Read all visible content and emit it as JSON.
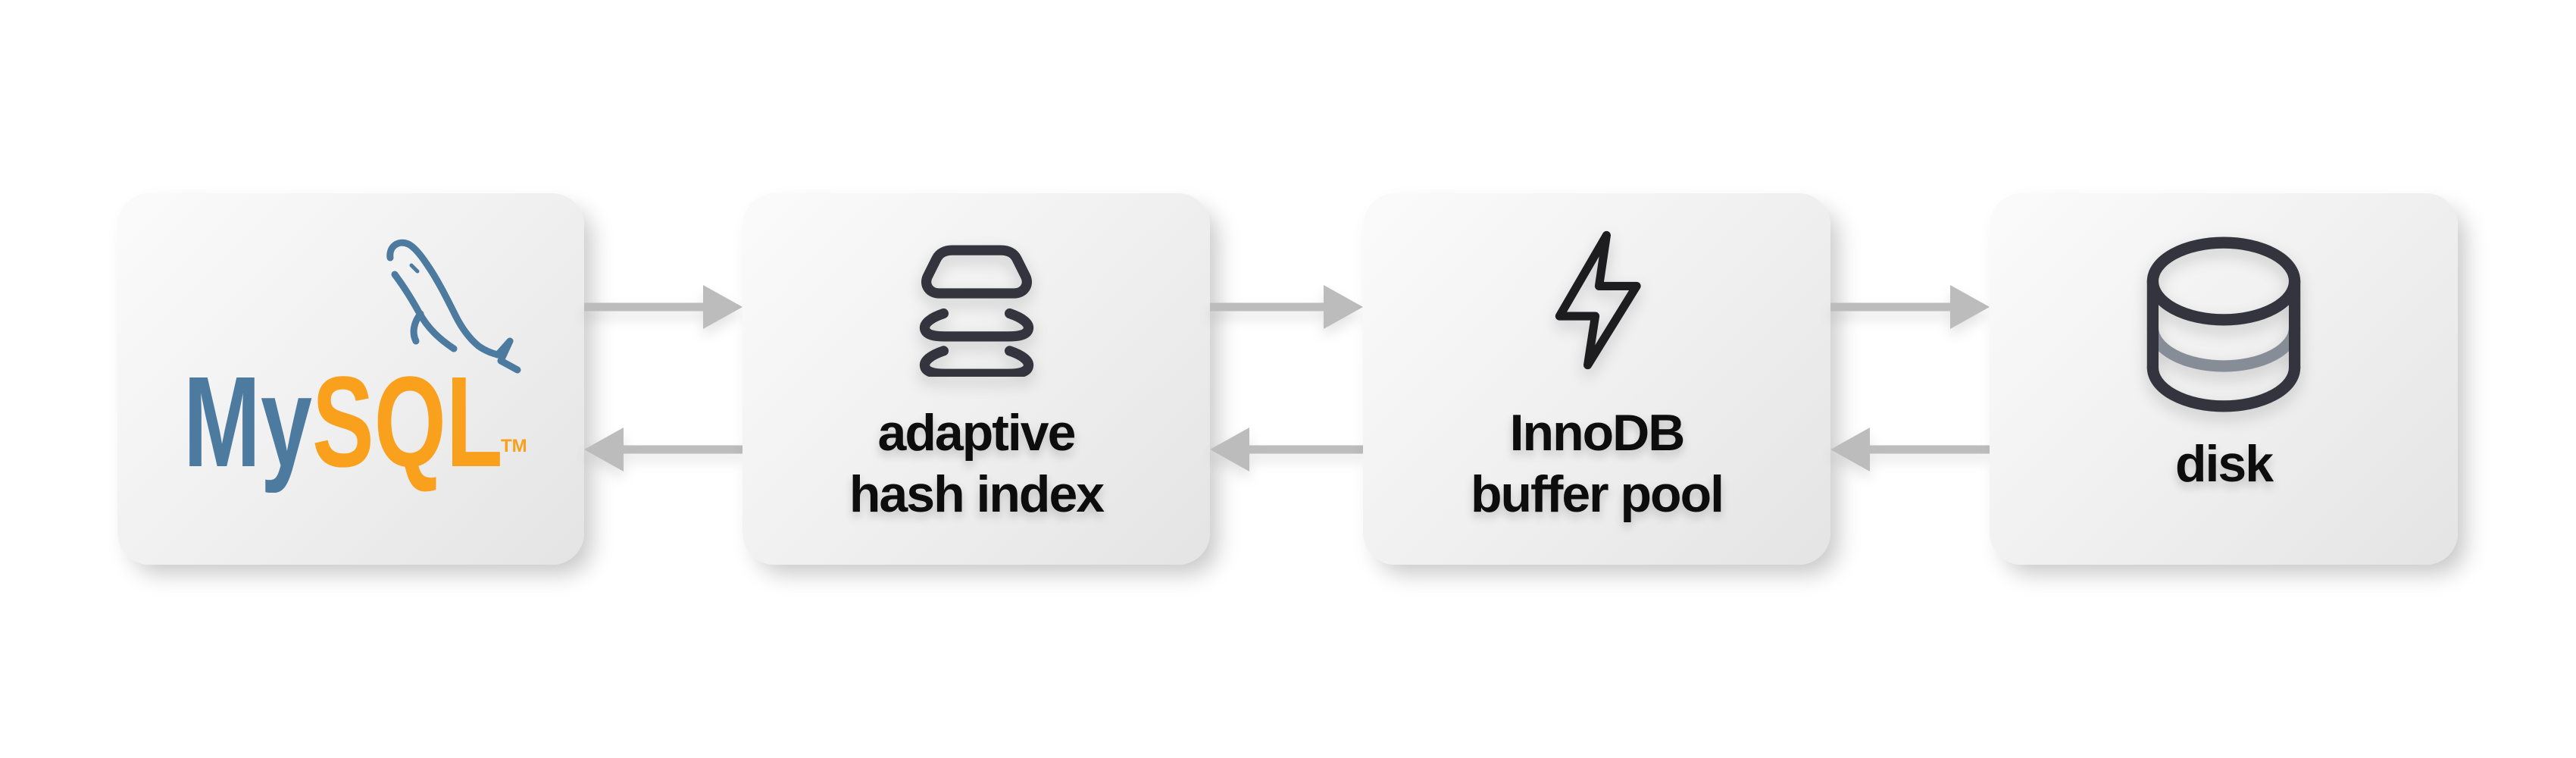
{
  "diagram": {
    "background_color": "#ffffff",
    "box_gradient": [
      "#fbfbfb",
      "#e4e4e4"
    ],
    "arrow_color": "#bcbcbc",
    "label_color": "#0d0d0e",
    "icon_color": "#34343e",
    "bolt_color": "#1d1d20",
    "db_band_color": "#868d96",
    "nodes": [
      {
        "id": "mysql",
        "icon": "mysql-dolphin-logo",
        "wordmark": {
          "my": "My",
          "sql": "SQL",
          "tm": "TM",
          "my_color": "#4d7ba0",
          "sql_color": "#f9a01c",
          "dolphin_color": "#4d7ba0"
        }
      },
      {
        "id": "adaptive-hash-index",
        "icon": "stack-icon",
        "lines": [
          "adaptive",
          "hash index"
        ]
      },
      {
        "id": "innodb-buffer-pool",
        "icon": "lightning-bolt-icon",
        "lines": [
          "InnoDB",
          "buffer pool"
        ]
      },
      {
        "id": "disk",
        "icon": "database-cylinder-icon",
        "lines": [
          "disk"
        ]
      }
    ],
    "connections": [
      {
        "from": "mysql",
        "to": "adaptive-hash-index",
        "direction": "right"
      },
      {
        "from": "adaptive-hash-index",
        "to": "mysql",
        "direction": "left"
      },
      {
        "from": "adaptive-hash-index",
        "to": "innodb-buffer-pool",
        "direction": "right"
      },
      {
        "from": "innodb-buffer-pool",
        "to": "adaptive-hash-index",
        "direction": "left"
      },
      {
        "from": "innodb-buffer-pool",
        "to": "disk",
        "direction": "right"
      },
      {
        "from": "disk",
        "to": "innodb-buffer-pool",
        "direction": "left"
      }
    ]
  }
}
